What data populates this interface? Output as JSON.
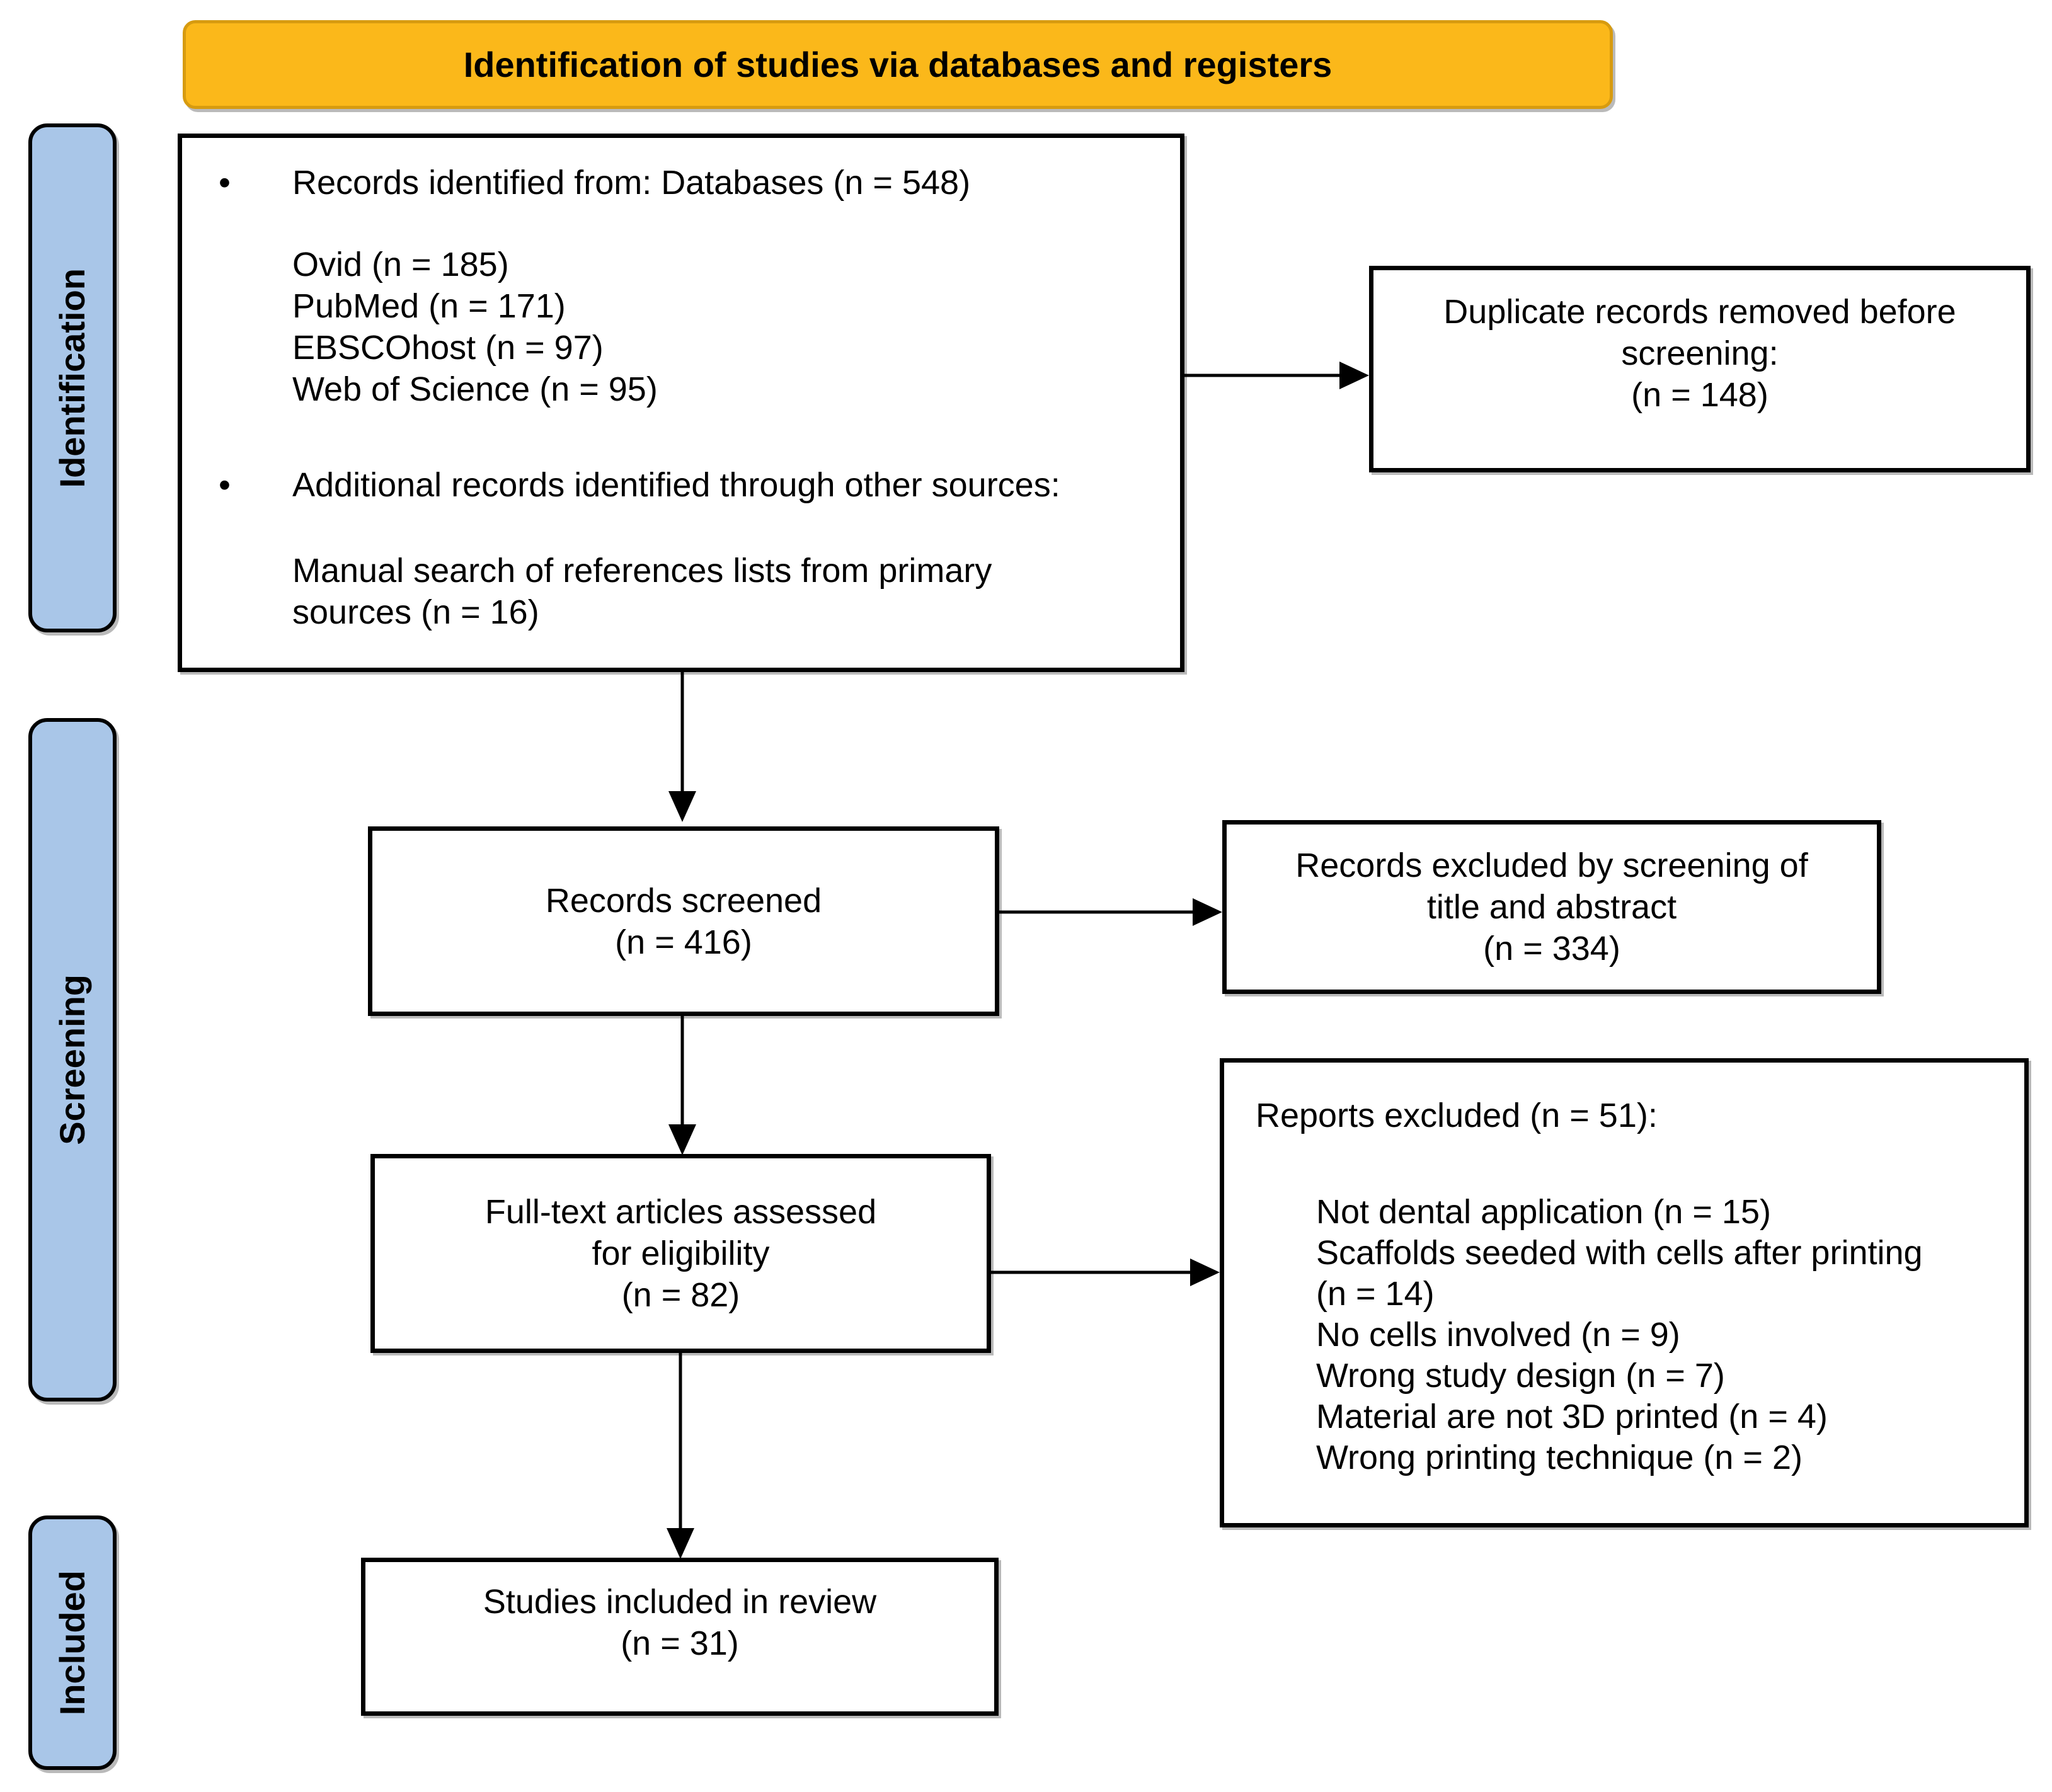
{
  "banner": {
    "title": "Identification of studies via databases and registers"
  },
  "stages": {
    "identification": "Identification",
    "screening": "Screening",
    "included": "Included"
  },
  "glyphs": {
    "bullet": "•"
  },
  "colors": {
    "banner_fill": "#FBB81A",
    "banner_border": "#D79B10",
    "stage_fill": "#A9C6E8",
    "box_border": "#000000",
    "arrow": "#000000",
    "text": "#000000",
    "background": "#FFFFFF"
  },
  "boxes": {
    "identified": {
      "bullet1": "Records identified from: Databases (n = 548)",
      "databases": [
        "Ovid (n = 185)",
        "PubMed (n = 171)",
        "EBSCOhost (n = 97)",
        "Web of Science (n = 95)"
      ],
      "bullet2": "Additional records identified through other sources:",
      "manual_line1": "Manual search of references lists from primary",
      "manual_line2": "sources (n = 16)"
    },
    "duplicates": {
      "lines": [
        "Duplicate records removed before",
        "screening:",
        "(n = 148)"
      ]
    },
    "screened": {
      "lines": [
        "Records screened",
        "(n = 416)"
      ]
    },
    "excluded_screening": {
      "lines": [
        "Records excluded by screening of",
        "title and abstract",
        "(n = 334)"
      ]
    },
    "fulltext": {
      "lines": [
        "Full-text articles assessed",
        "for eligibility",
        "(n = 82)"
      ]
    },
    "reports_excluded": {
      "title": "Reports excluded (n = 51):",
      "reasons": [
        "Not dental application (n = 15)",
        "Scaffolds seeded with cells after printing",
        "(n = 14)",
        "No cells involved (n = 9)",
        "Wrong study design (n = 7)",
        "Material are not 3D printed (n = 4)",
        "Wrong printing technique (n = 2)"
      ]
    },
    "included": {
      "lines": [
        "Studies included in review",
        "(n = 31)"
      ]
    }
  }
}
